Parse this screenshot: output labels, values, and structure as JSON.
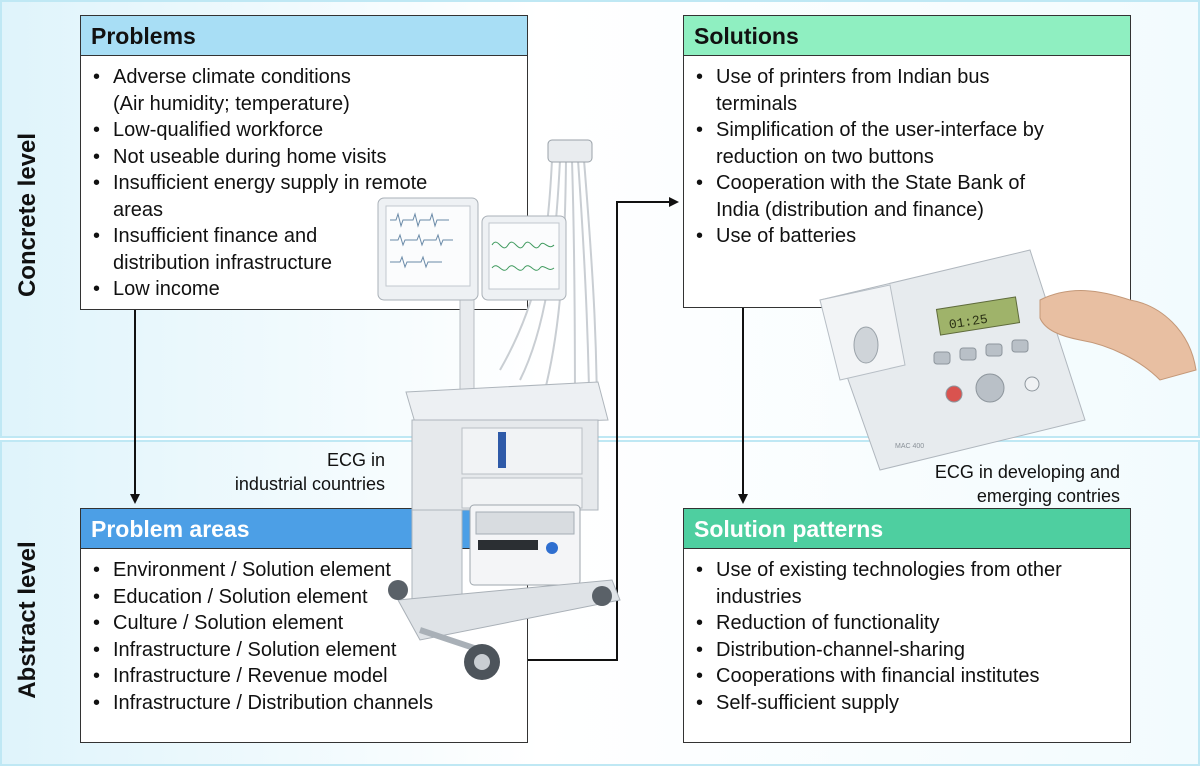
{
  "levels": {
    "concrete": "Concrete level",
    "abstract": "Abstract level"
  },
  "problems": {
    "title": "Problems",
    "items": [
      "Adverse climate conditions",
      "(Air humidity; temperature)",
      "Low-qualified workforce",
      "Not useable during home visits",
      "Insufficient energy supply in remote",
      "areas",
      "Insufficient finance and",
      "distribution infrastructure",
      "Low income"
    ]
  },
  "solutions": {
    "title": "Solutions",
    "items": [
      "Use of printers from Indian bus",
      "terminals",
      "Simplification of the user-interface by",
      "reduction on two buttons",
      "Cooperation with the State Bank of",
      "India (distribution and finance)",
      "Use of batteries"
    ]
  },
  "problem_areas": {
    "title": "Problem areas",
    "items": [
      "Environment / Solution element",
      "Education / Solution element",
      "Culture / Solution element",
      "Infrastructure / Solution element",
      "Infrastructure / Revenue model",
      "Infrastructure / Distribution channels"
    ]
  },
  "solution_patterns": {
    "title": "Solution patterns",
    "items": [
      "Use of existing technologies from other",
      "industries",
      "Reduction of functionality",
      "Distribution-channel-sharing",
      "Cooperations with financial institutes",
      "Self-sufficient supply"
    ]
  },
  "captions": {
    "industrial_line1": "ECG in",
    "industrial_line2": "industrial countries",
    "developing_line1": "ECG in developing and",
    "developing_line2": "emerging contries"
  },
  "device": {
    "brand": "MAC 400",
    "display": "01:25"
  },
  "colors": {
    "problems_header": "#a8def5",
    "solutions_header": "#8fefc1",
    "problem_areas_header": "#4c9fe6",
    "solution_patterns_header": "#4ecfa0",
    "band_border": "#bfe8f4"
  }
}
